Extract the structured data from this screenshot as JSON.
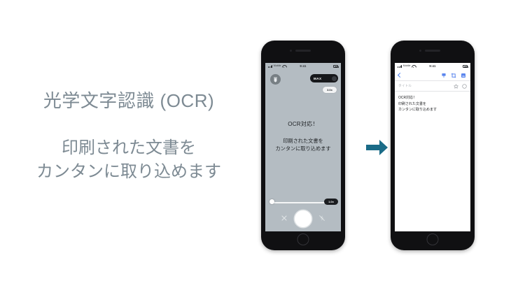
{
  "slide": {
    "background_color": "#ffffff",
    "headline": "光学文字認識 (OCR)",
    "subline_1": "印刷された文書を",
    "subline_2": "カンタンに取り込めます",
    "text_color": "#7d8a93",
    "arrow_color": "#1a6b87",
    "arrow_icon": "arrow-right-icon"
  },
  "phone_left": {
    "status_bar": {
      "signal_icon": "signal-bars-icon",
      "carrier": "Mobile",
      "wifi_icon": "wifi-icon",
      "time": "9:41",
      "battery_icon": "battery-icon"
    },
    "camera": {
      "flash_button_icon": "flash-icon",
      "max_toggle_label": "MAX",
      "zoom_chip_top": "3.0x",
      "zoom_chip_bottom": "1.0x",
      "viewfinder_heading": "OCR対応！",
      "viewfinder_line_1": "印刷された文書を",
      "viewfinder_line_2": "カンタンに取り込めます",
      "shutter_icon": "shutter-button-icon",
      "close_icon": "close-icon",
      "flash_off_icon": "flash-off-icon",
      "zoom_slider_icon": "zoom-slider",
      "viewfinder_bg": "#b4bcc2"
    },
    "home_button_icon": "home-button-icon"
  },
  "phone_right": {
    "status_bar": {
      "signal_icon": "signal-bars-icon",
      "carrier": "Mobile",
      "wifi_icon": "wifi-icon",
      "time": "9:41",
      "battery_icon": "battery-icon"
    },
    "note": {
      "back_icon": "chevron-left-icon",
      "toolbar_icons": [
        "pin-icon",
        "crop-icon",
        "photo-icon"
      ],
      "title_placeholder": "タイトル",
      "star_icon": "star-icon",
      "more_icon": "circle-more-icon",
      "body_line_1": "OCR対応！",
      "body_line_2": "印刷された文書を",
      "body_line_3": "カンタンに取り込めます",
      "accent_color": "#4a7ff0"
    },
    "home_button_icon": "home-button-icon"
  }
}
